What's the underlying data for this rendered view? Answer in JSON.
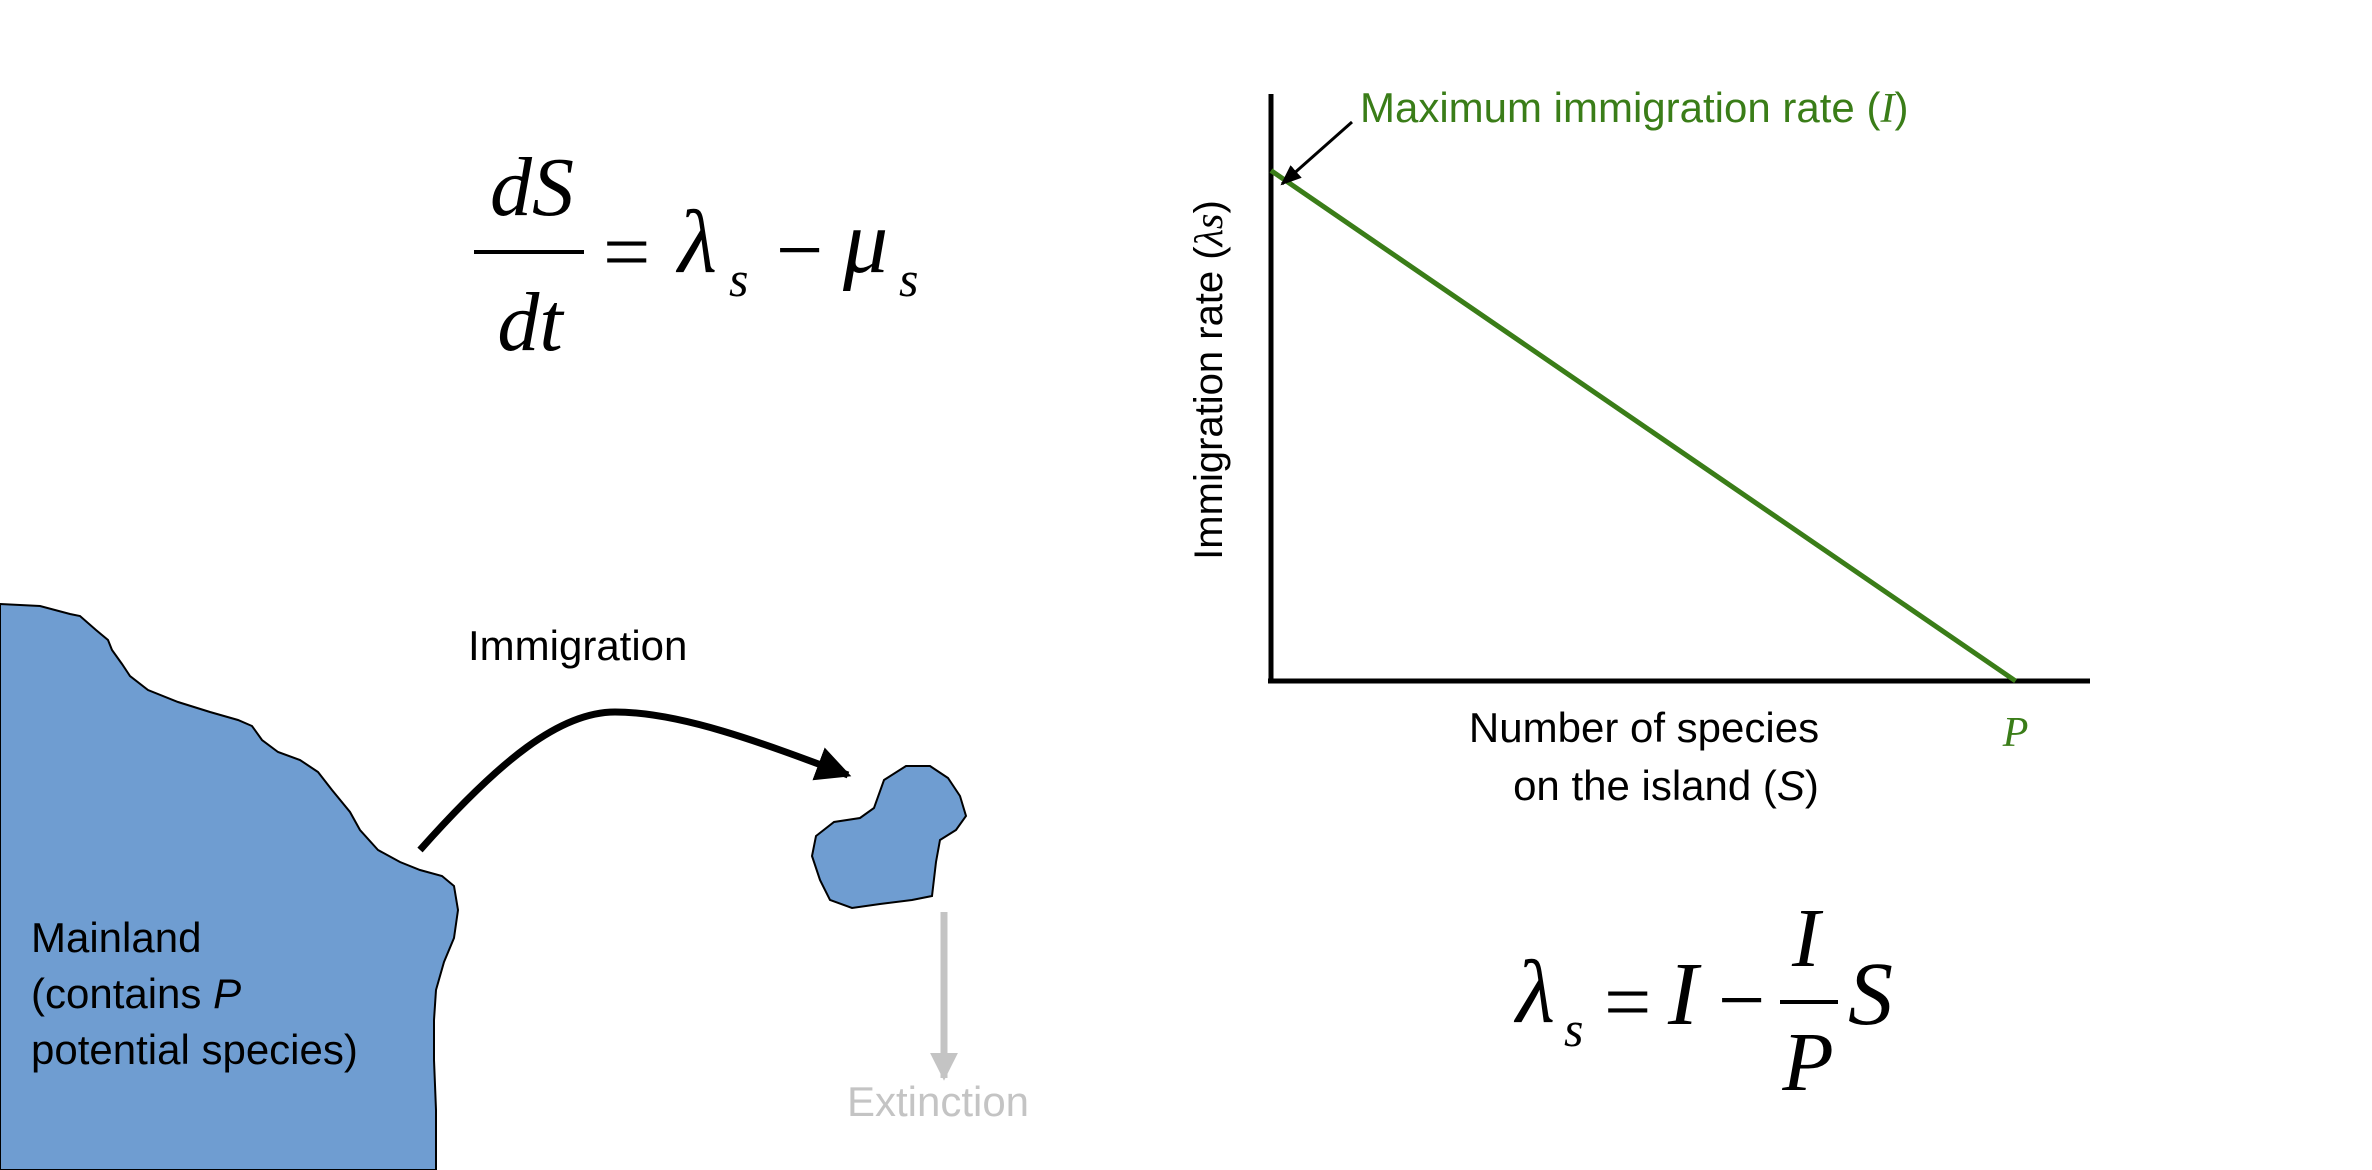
{
  "equations": {
    "rate_of_change": {
      "numerator": "dS",
      "denominator": "dt",
      "equals": "=",
      "lambda": "λ",
      "sub_s1": "s",
      "minus": "−",
      "mu": "μ",
      "sub_s2": "s"
    },
    "immigration": {
      "lambda": "λ",
      "sub_s": "s",
      "equals": "=",
      "I": "I",
      "minus": "−",
      "frac_num": "I",
      "frac_den": "P",
      "S": "S"
    }
  },
  "mainland": {
    "line1": "Mainland",
    "line2_prefix": "(contains ",
    "line2_var": "P",
    "line3": "potential species)"
  },
  "immigration_label": "Immigration",
  "extinction_label": "Extinction",
  "chart": {
    "ylabel_prefix": "Immigration rate (",
    "ylabel_var": "λs",
    "ylabel_suffix": ")",
    "xlabel_line1": "Number of species",
    "xlabel_line2_prefix": "on the island (",
    "xlabel_line2_var": "S",
    "xlabel_line2_suffix": ")",
    "annotation_prefix": "Maximum immigration rate (",
    "annotation_var": "I",
    "annotation_suffix": ")",
    "p_tick": "P"
  },
  "chart_data": {
    "type": "line",
    "title": "",
    "xlabel": "Number of species on the island (S)",
    "ylabel": "Immigration rate (λs)",
    "series": [
      {
        "x": [
          0,
          1
        ],
        "y": [
          1,
          0
        ]
      }
    ],
    "x_tick_labels": [
      "P"
    ],
    "annotations": [
      "Maximum immigration rate (I)"
    ],
    "xlim": [
      0,
      1.1
    ],
    "ylim": [
      0,
      1.15
    ],
    "grid": false,
    "colors": {
      "line": "#3a7d18",
      "axis": "#000000"
    }
  },
  "colors": {
    "land": "#6f9dd1",
    "line_green": "#3a7d18",
    "extinction_grey": "#c4c4c4",
    "text": "#000000"
  }
}
